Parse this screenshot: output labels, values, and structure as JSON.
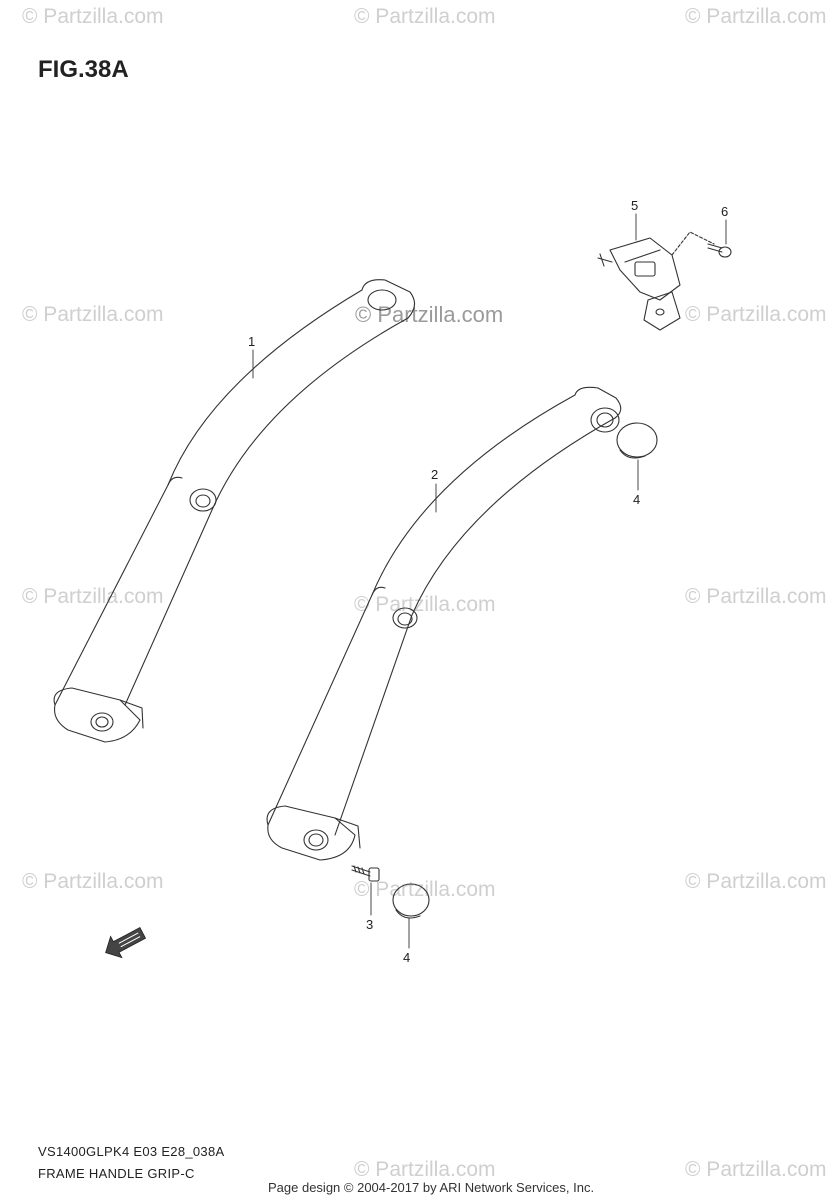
{
  "figure": {
    "title": "FIG.38A",
    "model_code": "VS1400GLPK4 E03 E28_038A",
    "section_name": "FRAME HANDLE GRIP-C"
  },
  "callouts": {
    "p1": "1",
    "p2": "2",
    "p3": "3",
    "p4a": "4",
    "p4b": "4",
    "p5": "5",
    "p6": "6"
  },
  "watermark": {
    "text": "© Partzilla.com",
    "center_text": "© Partzilla.com"
  },
  "footer": {
    "text": "Page design © 2004-2017 by ARI Network Services, Inc."
  },
  "colors": {
    "line": "#333333",
    "watermark": "#cfcfcf"
  },
  "icons": {
    "front_arrow": "front-direction-arrow-icon"
  }
}
